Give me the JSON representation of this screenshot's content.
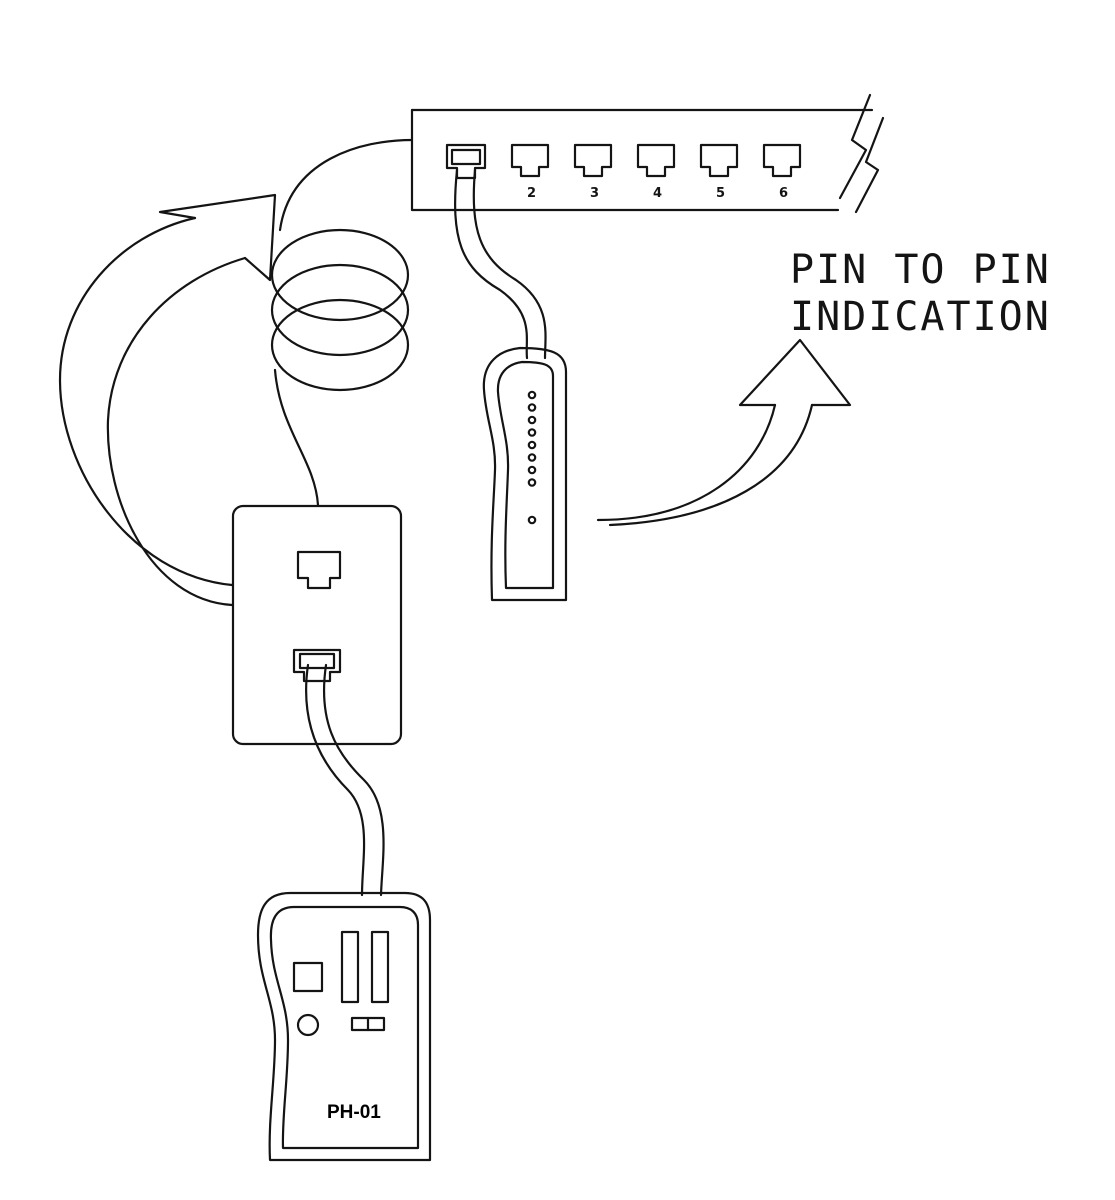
{
  "patch_panel": {
    "port_numbers": [
      "2",
      "3",
      "4",
      "5",
      "6"
    ]
  },
  "annotation": {
    "line1": "PIN TO PIN",
    "line2": "INDICATION"
  },
  "tester": {
    "model_label": "PH-01",
    "led_count": 9
  }
}
